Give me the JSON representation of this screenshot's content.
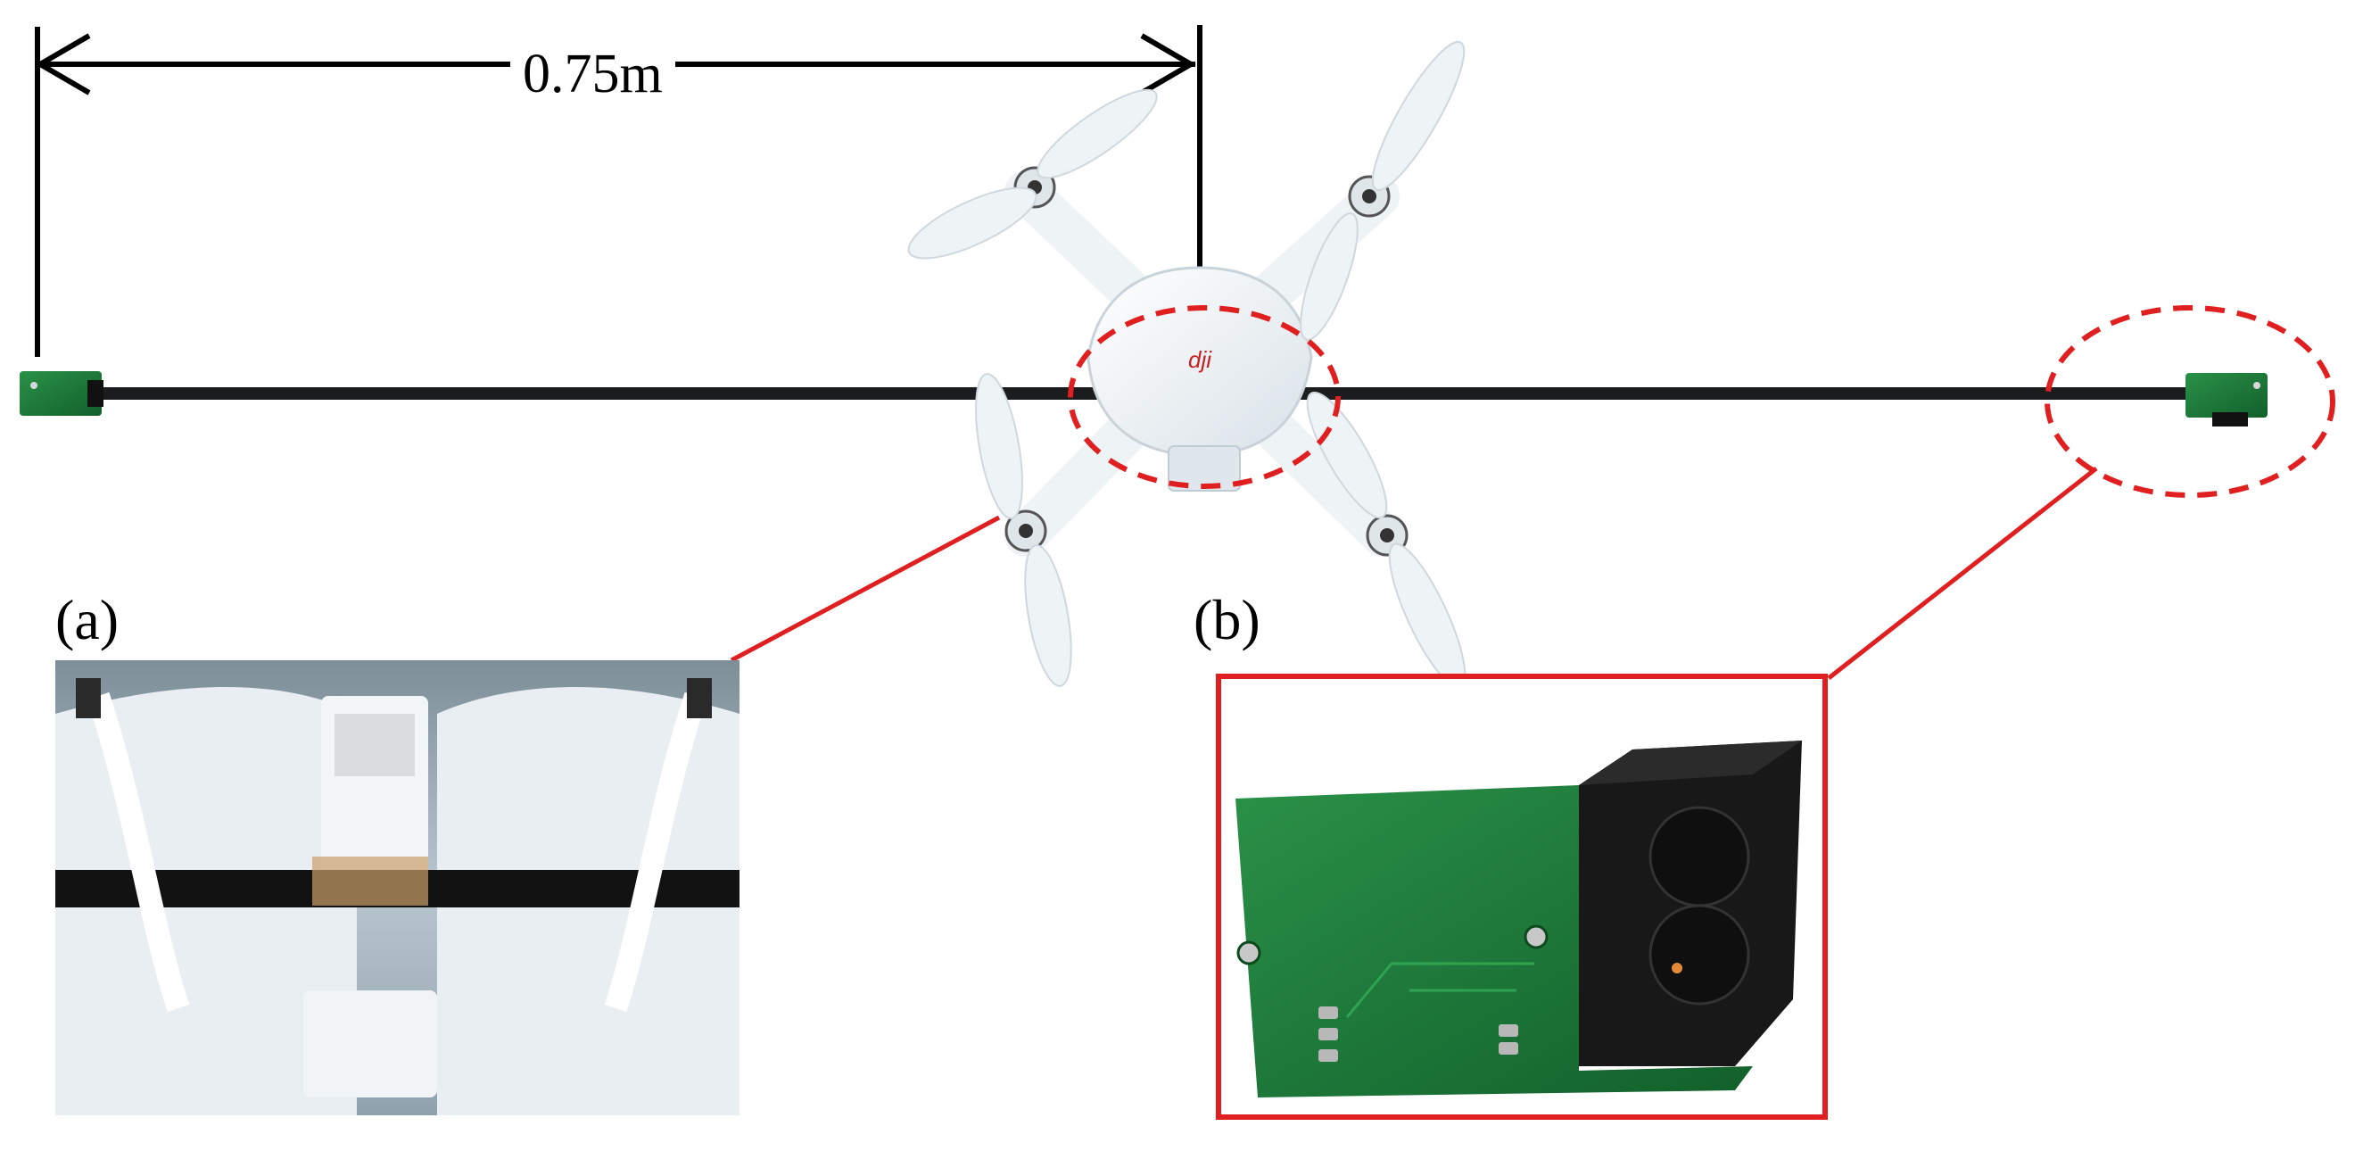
{
  "figure": {
    "dimension_label": "0.75m",
    "inset_a_label": "(a)",
    "inset_b_label": "(b)"
  },
  "colors": {
    "callout": "#e02020",
    "drone_body": "#eef3f6",
    "rod": "#1a1c1d",
    "pcb": "#1e7a3a",
    "sensor_housing": "#151515"
  }
}
